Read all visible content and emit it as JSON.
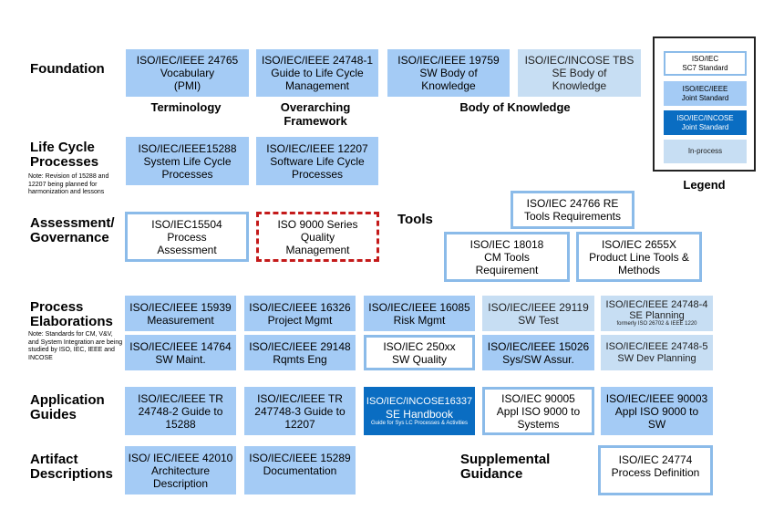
{
  "categories": {
    "foundation": "Foundation",
    "life_cycle_1": "Life Cycle",
    "life_cycle_2": "Processes",
    "life_cycle_note": "Note: Revision of 15288 and 12207 being planned for harmonization and lessons",
    "assessment_1": "Assessment/",
    "assessment_2": "Governance",
    "process_1": "Process",
    "process_2": "Elaborations",
    "process_note": "Note: Standards for CM, V&V, and System Integration are being studied by ISO, IEC, IEEE and INCOSE",
    "application_1": "Application",
    "application_2": "Guides",
    "artifact_1": "Artifact",
    "artifact_2": "Descriptions",
    "tools": "Tools",
    "supplemental_1": "Supplemental",
    "supplemental_2": "Guidance"
  },
  "foundation_labels": {
    "terminology": "Terminology",
    "framework_1": "Overarching",
    "framework_2": "Framework",
    "body": "Body of Knowledge"
  },
  "foundation_boxes": [
    {
      "l1": "ISO/IEC/IEEE 24765",
      "l2": "Vocabulary",
      "l3": "(PMI)"
    },
    {
      "l1": "ISO/IEC/IEEE 24748-1",
      "l2": "Guide to Life Cycle",
      "l3": "Management"
    },
    {
      "l1": "ISO/IEC/IEEE 19759",
      "l2": "SW Body of",
      "l3": "Knowledge"
    },
    {
      "l1": "ISO/IEC/INCOSE TBS",
      "l2": "SE Body of",
      "l3": "Knowledge"
    }
  ],
  "life_cycle_boxes": [
    {
      "l1": "ISO/IEC/IEEE15288",
      "l2": "System Life Cycle",
      "l3": "Processes"
    },
    {
      "l1": "ISO/IEC/IEEE 12207",
      "l2": "Software Life Cycle",
      "l3": "Processes"
    }
  ],
  "assessment_boxes": [
    {
      "l1": "ISO/IEC15504",
      "l2": "Process",
      "l3": "Assessment"
    },
    {
      "l1": "ISO 9000 Series",
      "l2": "Quality",
      "l3": "Management"
    }
  ],
  "tools_boxes": [
    {
      "l1": "ISO/IEC 24766 RE",
      "l2": "Tools Requirements"
    },
    {
      "l1": "ISO/IEC 18018",
      "l2": "CM Tools",
      "l3": "Requirement"
    },
    {
      "l1": "ISO/IEC 2655X",
      "l2": "Product Line Tools &",
      "l3": "Methods"
    }
  ],
  "process_boxes": [
    {
      "l1": "ISO/IEC/IEEE 15939",
      "l2": "Measurement"
    },
    {
      "l1": "ISO/IEC/IEEE 16326",
      "l2": "Project Mgmt"
    },
    {
      "l1": "ISO/IEC/IEEE 16085",
      "l2": "Risk Mgmt"
    },
    {
      "l1": "ISO/IEC/IEEE 29119",
      "l2": "SW Test"
    },
    {
      "l1": "ISO/IEC/IEEE 24748-4",
      "l2": "SE Planning",
      "l3": "formerly ISO 26702 & IEEE 1220"
    },
    {
      "l1": "ISO/IEC/IEEE 14764",
      "l2": "SW Maint."
    },
    {
      "l1": "ISO/IEC/IEEE 29148",
      "l2": "Rqmts Eng"
    },
    {
      "l1": "ISO/IEC 250xx",
      "l2": "SW Quality"
    },
    {
      "l1": "ISO/IEC/IEEE 15026",
      "l2": "Sys/SW Assur."
    },
    {
      "l1": "ISO/IEC/IEEE 24748-5",
      "l2": "SW Dev Planning"
    }
  ],
  "application_boxes": [
    {
      "l1": "ISO/IEC/IEEE TR",
      "l2": "24748-2 Guide to",
      "l3": "15288"
    },
    {
      "l1": "ISO/IEC/IEEE TR",
      "l2": "247748-3 Guide to",
      "l3": "12207"
    },
    {
      "l1": "ISO/IEC/INCOSE16337",
      "l2": "SE Handbook",
      "l3": "Guide for Sys LC Processes & Activities"
    },
    {
      "l1": "ISO/IEC 90005",
      "l2": "Appl ISO 9000 to",
      "l3": "Systems"
    },
    {
      "l1": "ISO/IEC/IEEE 90003",
      "l2": "Appl ISO 9000 to",
      "l3": "SW"
    }
  ],
  "artifact_boxes": [
    {
      "l1": "ISO/ IEC/IEEE 42010",
      "l2": "Architecture",
      "l3": "Description"
    },
    {
      "l1": "ISO/IEC/IEEE 15289",
      "l2": "Documentation"
    }
  ],
  "supplemental_box": {
    "l1": "ISO/IEC 24774",
    "l2": "Process Definition"
  },
  "legend": {
    "title": "Legend",
    "items": [
      {
        "l1": "ISO/IEC",
        "l2": "SC7 Standard"
      },
      {
        "l1": "ISO/IEC/IEEE",
        "l2": "Joint Standard"
      },
      {
        "l1": "ISO/IEC/INCOSE",
        "l2": "Joint Standard"
      },
      {
        "l1": "In-process"
      }
    ]
  },
  "colors": {
    "ieee_joint": "#a4cbf5",
    "sc7_border": "#8bbbe9",
    "incose_joint": "#0a6dc2",
    "in_process": "#c7def3",
    "quality_dashed": "#c41a1a"
  }
}
